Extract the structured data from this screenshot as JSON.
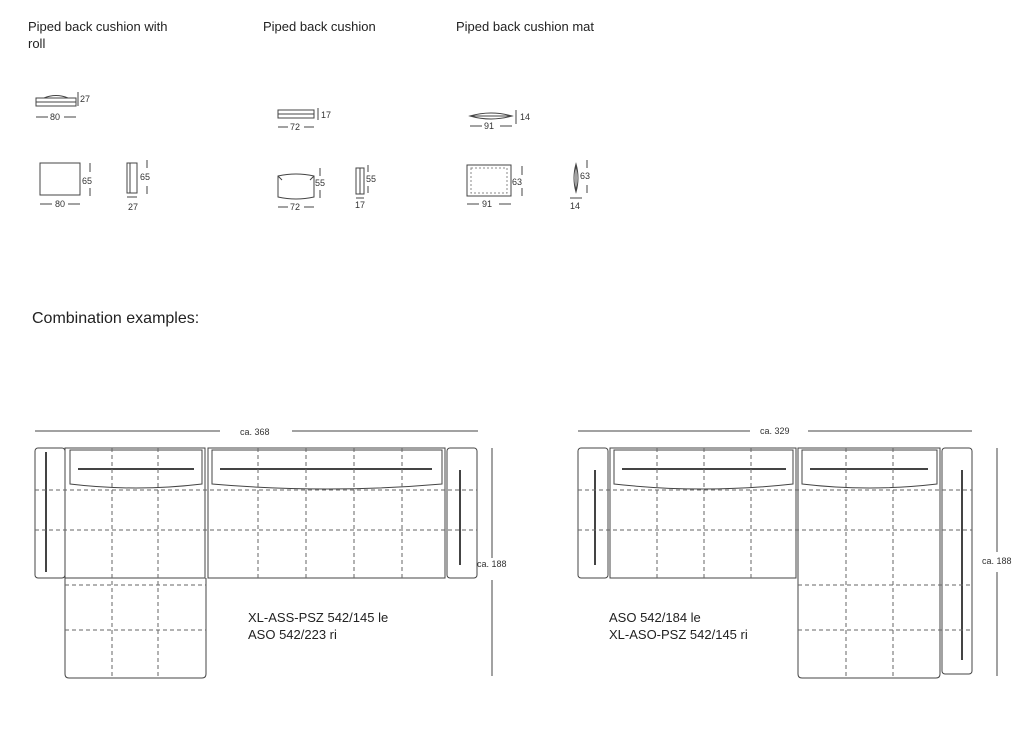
{
  "cushions": [
    {
      "title": "Piped back cushion with roll",
      "top_view": {
        "width": "80",
        "depth": "27"
      },
      "front_view": {
        "width": "80",
        "height": "65"
      },
      "side_view": {
        "height": "65",
        "depth": "27"
      }
    },
    {
      "title": "Piped back cushion",
      "top_view": {
        "width": "72",
        "depth": "17"
      },
      "front_view": {
        "width": "72",
        "height": "55"
      },
      "side_view": {
        "height": "55",
        "depth": "17"
      }
    },
    {
      "title": "Piped back cushion mat",
      "top_view": {
        "width": "91",
        "depth": "14"
      },
      "front_view": {
        "width": "91",
        "height": "63"
      },
      "side_view": {
        "height": "63",
        "depth": "14"
      }
    }
  ],
  "combinations": {
    "heading": "Combination examples:",
    "examples": [
      {
        "overall_width": "ca. 368",
        "overall_depth": "ca. 188",
        "codes": [
          "XL-ASS-PSZ 542/145 le",
          "ASO 542/223 ri"
        ]
      },
      {
        "overall_width": "ca. 329",
        "overall_depth": "ca. 188",
        "codes": [
          "ASO 542/184 le",
          "XL-ASO-PSZ 542/145 ri"
        ]
      }
    ]
  },
  "colors": {
    "line": "#444444",
    "text": "#222222",
    "dashed": "#666666"
  }
}
